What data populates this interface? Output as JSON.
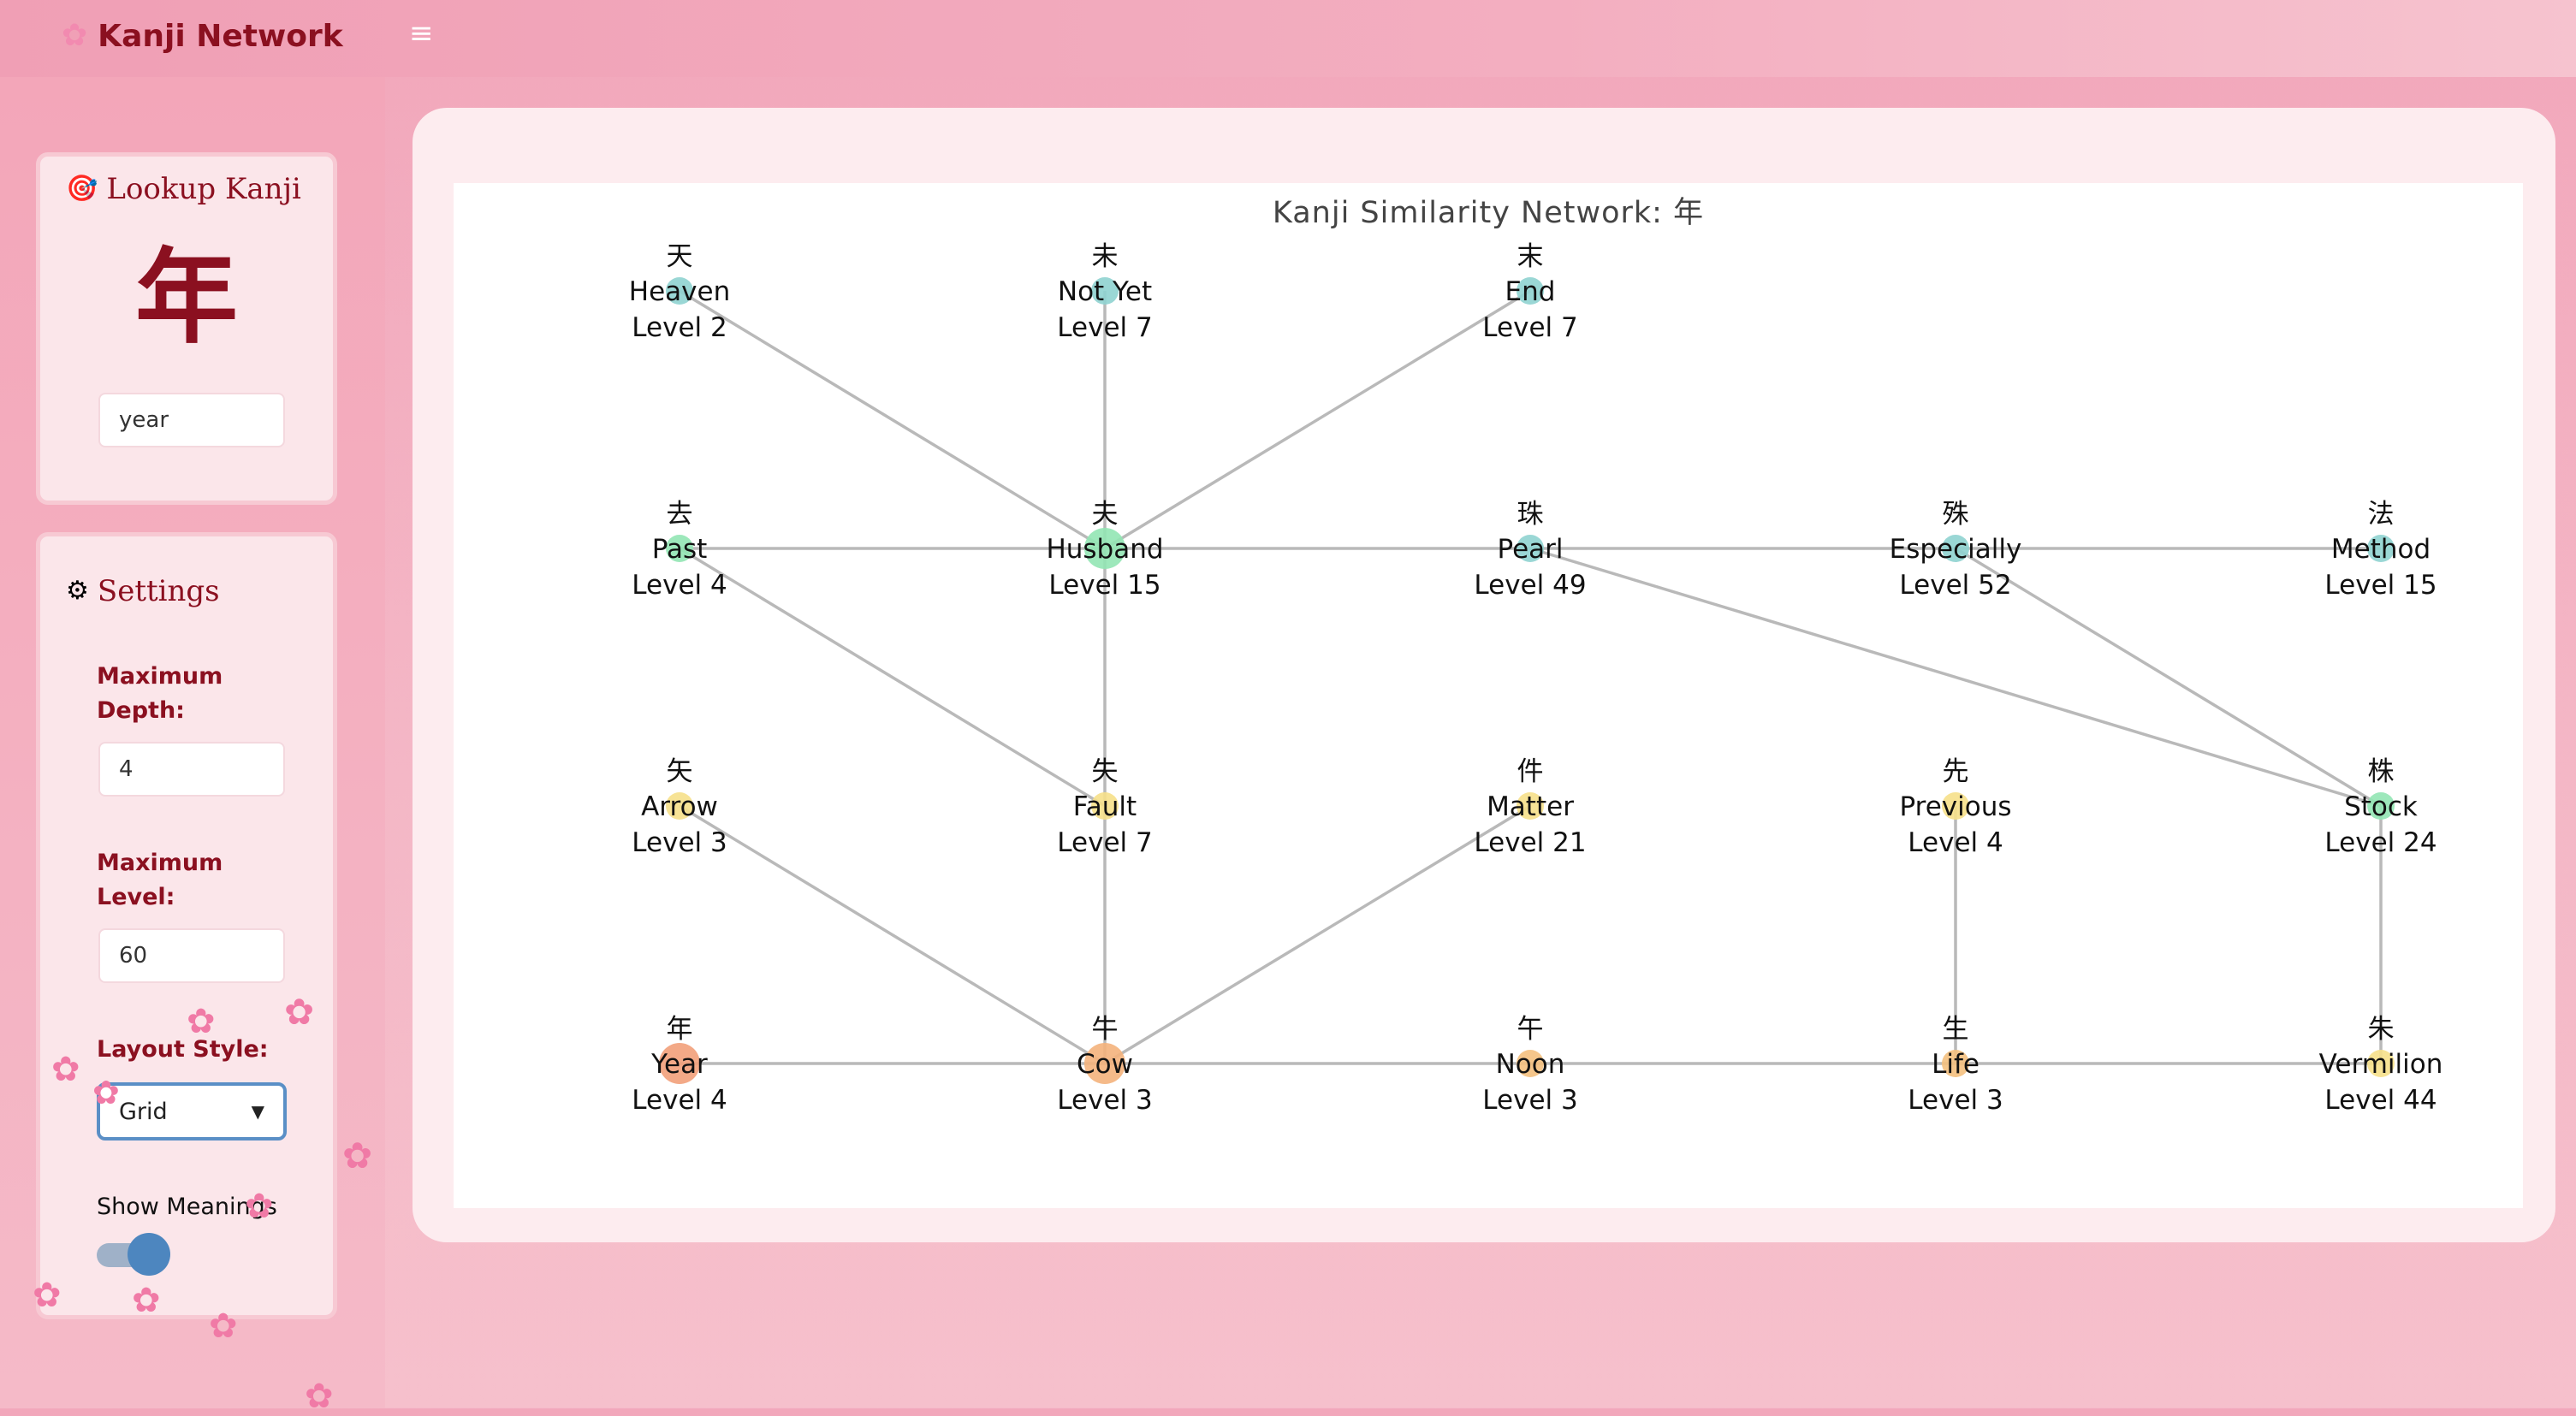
{
  "app": {
    "title": "Kanji Network",
    "brand_icon": "cherry-blossom-icon",
    "menu_icon": "hamburger-menu-icon"
  },
  "lookup": {
    "heading": "Lookup Kanji",
    "heading_icon": "target-icon",
    "kanji": "年",
    "input_value": "year"
  },
  "settings": {
    "heading": "Settings",
    "heading_icon": "gear-icon",
    "max_depth_label": "Maximum Depth:",
    "max_depth_value": "4",
    "max_level_label": "Maximum Level:",
    "max_level_value": "60",
    "layout_label": "Layout Style:",
    "layout_value": "Grid",
    "show_meanings_label": "Show Meanings",
    "show_meanings_on": true
  },
  "chart_data": {
    "type": "network",
    "layout": "grid",
    "title": "Kanji Similarity Network: 年",
    "grid_on": false,
    "nodes": [
      {
        "id": "heaven",
        "kanji": "天",
        "meaning": "Heaven",
        "level": "Level 2",
        "row": 0,
        "col": 0,
        "color": "#8fd3d0"
      },
      {
        "id": "notyet",
        "kanji": "未",
        "meaning": "Not Yet",
        "level": "Level 7",
        "row": 0,
        "col": 1,
        "color": "#8fd3d0"
      },
      {
        "id": "end",
        "kanji": "末",
        "meaning": "End",
        "level": "Level 7",
        "row": 0,
        "col": 2,
        "color": "#8fd3d0"
      },
      {
        "id": "past",
        "kanji": "去",
        "meaning": "Past",
        "level": "Level 4",
        "row": 1,
        "col": 0,
        "color": "#92e6b4"
      },
      {
        "id": "husband",
        "kanji": "夫",
        "meaning": "Husband",
        "level": "Level 15",
        "row": 1,
        "col": 1,
        "color": "#92e6b4"
      },
      {
        "id": "pearl",
        "kanji": "珠",
        "meaning": "Pearl",
        "level": "Level 49",
        "row": 1,
        "col": 2,
        "color": "#8fd3d0"
      },
      {
        "id": "especially",
        "kanji": "殊",
        "meaning": "Especially",
        "level": "Level 52",
        "row": 1,
        "col": 3,
        "color": "#8fd3d0"
      },
      {
        "id": "method",
        "kanji": "法",
        "meaning": "Method",
        "level": "Level 15",
        "row": 1,
        "col": 4,
        "color": "#8fd3d0"
      },
      {
        "id": "arrow",
        "kanji": "矢",
        "meaning": "Arrow",
        "level": "Level 3",
        "row": 2,
        "col": 0,
        "color": "#f6e08a"
      },
      {
        "id": "fault",
        "kanji": "失",
        "meaning": "Fault",
        "level": "Level 7",
        "row": 2,
        "col": 1,
        "color": "#f6e08a"
      },
      {
        "id": "matter",
        "kanji": "件",
        "meaning": "Matter",
        "level": "Level 21",
        "row": 2,
        "col": 2,
        "color": "#f6e08a"
      },
      {
        "id": "previous",
        "kanji": "先",
        "meaning": "Previous",
        "level": "Level 4",
        "row": 2,
        "col": 3,
        "color": "#f6e08a"
      },
      {
        "id": "stock",
        "kanji": "株",
        "meaning": "Stock",
        "level": "Level 24",
        "row": 2,
        "col": 4,
        "color": "#92e6b4"
      },
      {
        "id": "year",
        "kanji": "年",
        "meaning": "Year",
        "level": "Level 4",
        "row": 3,
        "col": 0,
        "color": "#f2a07a"
      },
      {
        "id": "cow",
        "kanji": "牛",
        "meaning": "Cow",
        "level": "Level 3",
        "row": 3,
        "col": 1,
        "color": "#f4b27c"
      },
      {
        "id": "noon",
        "kanji": "午",
        "meaning": "Noon",
        "level": "Level 3",
        "row": 3,
        "col": 2,
        "color": "#f4c07e"
      },
      {
        "id": "life",
        "kanji": "生",
        "meaning": "Life",
        "level": "Level 3",
        "row": 3,
        "col": 3,
        "color": "#f4c07e"
      },
      {
        "id": "vermilion",
        "kanji": "朱",
        "meaning": "Vermilion",
        "level": "Level 44",
        "row": 3,
        "col": 4,
        "color": "#f6e08a"
      }
    ],
    "edges": [
      [
        "heaven",
        "husband"
      ],
      [
        "notyet",
        "husband"
      ],
      [
        "end",
        "husband"
      ],
      [
        "past",
        "husband"
      ],
      [
        "husband",
        "pearl"
      ],
      [
        "pearl",
        "especially"
      ],
      [
        "especially",
        "method"
      ],
      [
        "past",
        "fault"
      ],
      [
        "husband",
        "fault"
      ],
      [
        "pearl",
        "stock"
      ],
      [
        "especially",
        "stock"
      ],
      [
        "arrow",
        "cow"
      ],
      [
        "fault",
        "cow"
      ],
      [
        "matter",
        "cow"
      ],
      [
        "previous",
        "life"
      ],
      [
        "stock",
        "vermilion"
      ],
      [
        "year",
        "cow"
      ],
      [
        "cow",
        "noon"
      ],
      [
        "noon",
        "life"
      ],
      [
        "life",
        "vermilion"
      ]
    ]
  }
}
